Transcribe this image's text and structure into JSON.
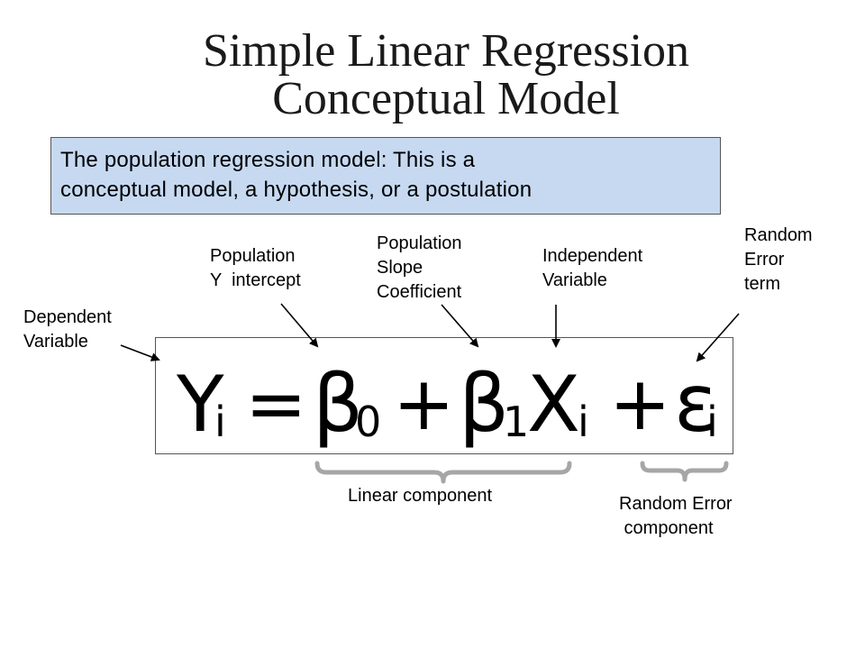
{
  "title": {
    "line1": "Simple Linear Regression",
    "line2": "Conceptual Model"
  },
  "callout": {
    "line1": "The population regression model: This is a",
    "line2": "conceptual model, a hypothesis, or a postulation",
    "background": "#c6d9f1"
  },
  "labels": {
    "dependent": {
      "line1": "Dependent",
      "line2": "Variable"
    },
    "intercept": {
      "line1": "Population",
      "line2": "Y  intercept"
    },
    "slope": {
      "line1": "Population",
      "line2": "Slope",
      "line3": "Coefficient"
    },
    "independent": {
      "line1": "Independent",
      "line2": "Variable"
    },
    "error_term": {
      "line1": "Random",
      "line2": "Error",
      "line3": "term"
    }
  },
  "equation": {
    "y": "Y",
    "y_sub": "i",
    "equals": "=",
    "beta0": "β",
    "beta0_sub": "0",
    "plus1": "+",
    "beta1": "β",
    "beta1_sub": "1",
    "x": "X",
    "x_sub": "i",
    "plus2": "+",
    "epsilon": "ε",
    "epsilon_sub": "i"
  },
  "components": {
    "linear": {
      "line1": "Linear component"
    },
    "error": {
      "line1": "Random Error",
      "line2": " component"
    }
  },
  "brace_color": "#a6a6a6"
}
